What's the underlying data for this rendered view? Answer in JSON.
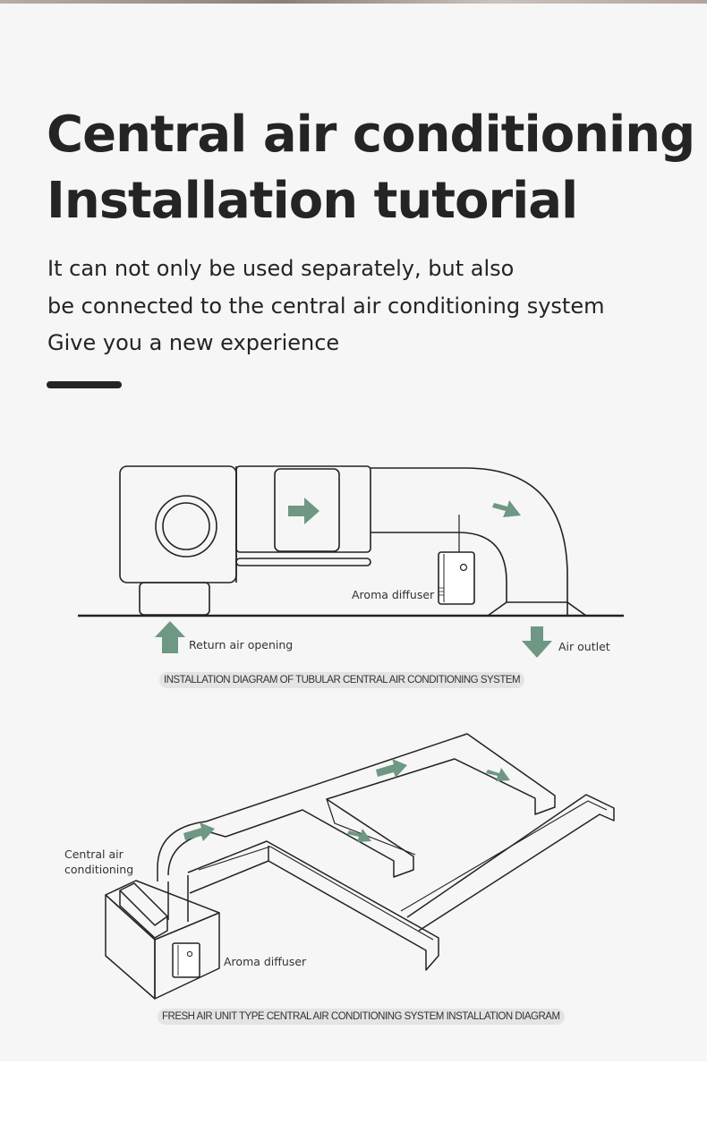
{
  "title": {
    "line1": "Central air conditioning",
    "line2": "Installation tutorial"
  },
  "subtitle": {
    "line1": "It can not only be used separately, but also",
    "line2": "be connected to the central air conditioning system",
    "line3": "Give you a new experience"
  },
  "diagram1": {
    "aroma_label": "Aroma diffuser",
    "return_label": "Return air opening",
    "outlet_label": "Air outlet",
    "caption": "INSTALLATION DIAGRAM OF TUBULAR CENTRAL AIR CONDITIONING SYSTEM"
  },
  "diagram2": {
    "central_label_line1": "Central air",
    "central_label_line2": "conditioning",
    "aroma_label": "Aroma diffuser",
    "caption": "FRESH AIR UNIT TYPE CENTRAL AIR CONDITIONING SYSTEM INSTALLATION DIAGRAM"
  },
  "colors": {
    "arrow": "#6e9784",
    "line": "#222222",
    "background": "#f6f6f6"
  }
}
